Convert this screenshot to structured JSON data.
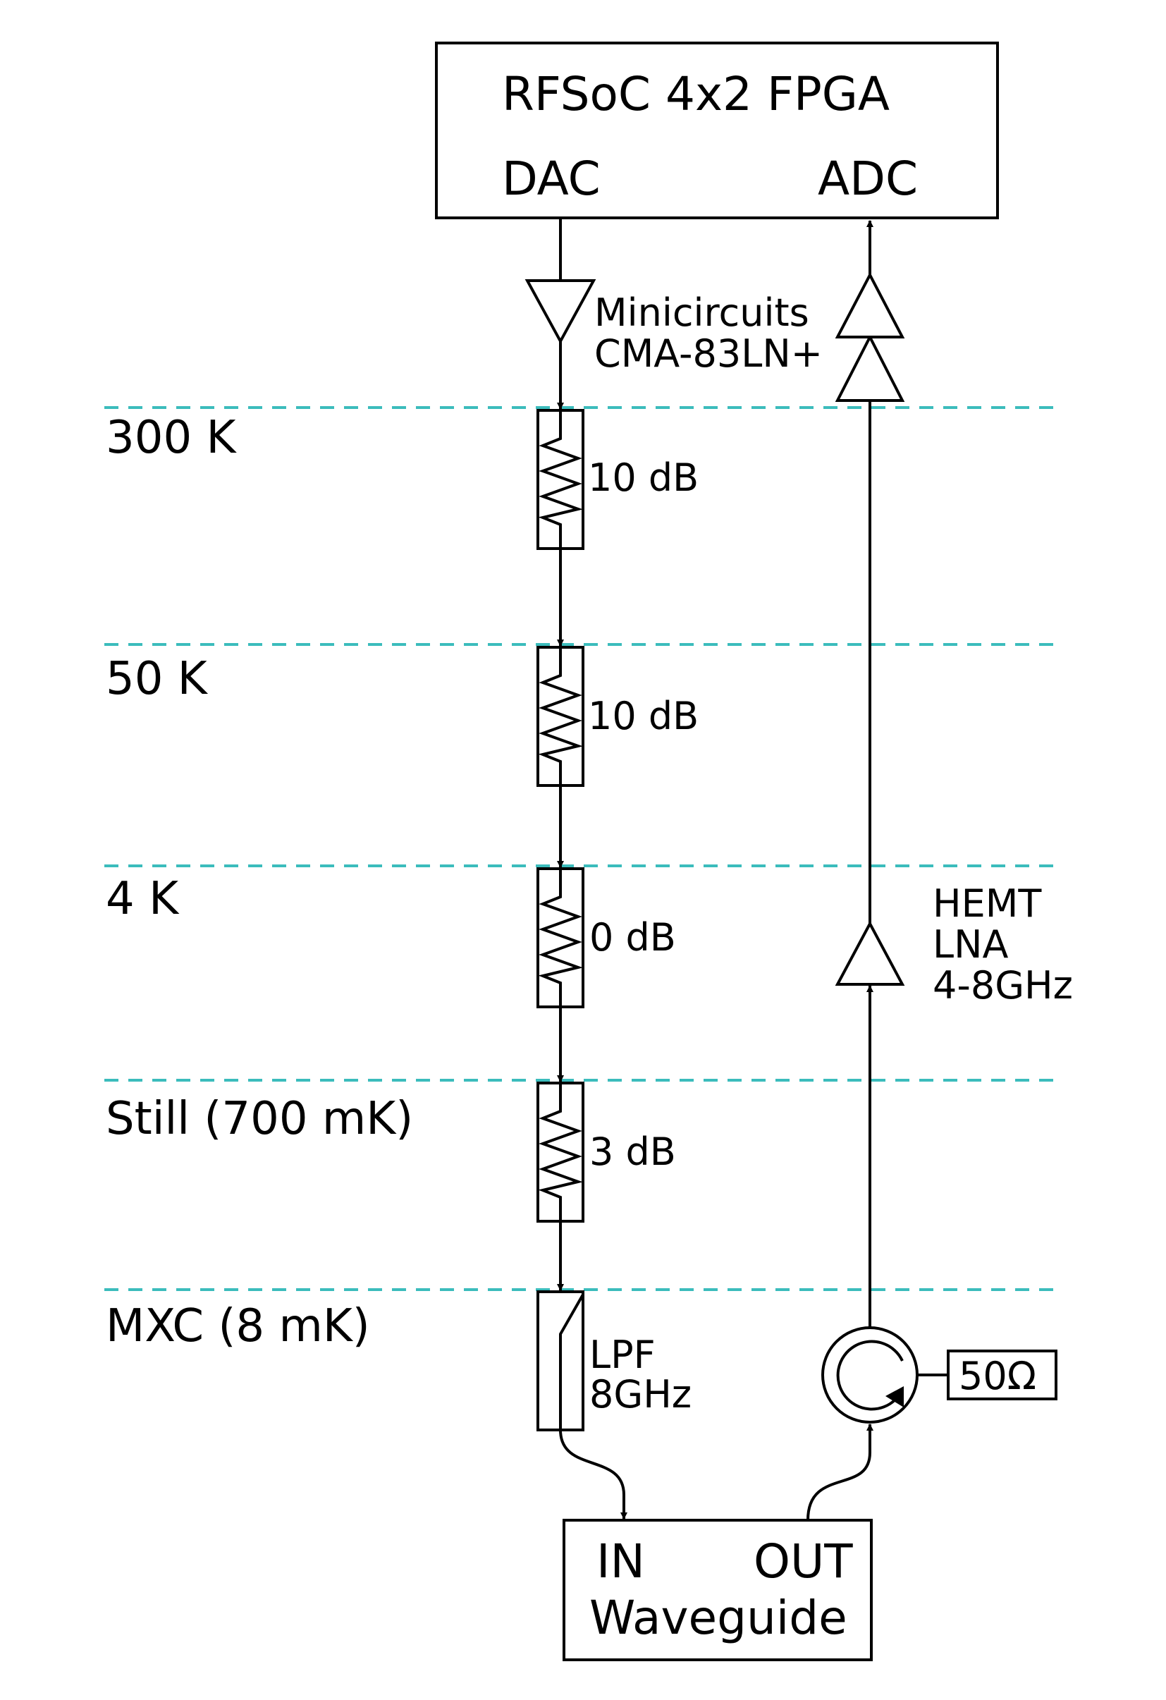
{
  "fpga": {
    "title": "RFSoC 4x2 FPGA",
    "dac": "DAC",
    "adc": "ADC"
  },
  "input_amp": {
    "line1": "Minicircuits",
    "line2": "CMA-83LN+"
  },
  "stages": [
    {
      "name": "300 K"
    },
    {
      "name": "50 K"
    },
    {
      "name": "4 K"
    },
    {
      "name": "Still (700 mK)"
    },
    {
      "name": "MXC (8 mK)"
    }
  ],
  "attenuators": [
    {
      "value": "10 dB"
    },
    {
      "value": "10 dB"
    },
    {
      "value": "0 dB"
    },
    {
      "value": "3 dB"
    }
  ],
  "filter": {
    "line1": "LPF",
    "line2": "8GHz"
  },
  "hemt": {
    "line1": "HEMT",
    "line2": "LNA",
    "line3": "4-8GHz"
  },
  "termination": "50Ω",
  "waveguide": {
    "in": "IN",
    "out": "OUT",
    "label": "Waveguide"
  },
  "colors": {
    "stage_line": "#3bbcbc",
    "stroke": "#000000"
  }
}
